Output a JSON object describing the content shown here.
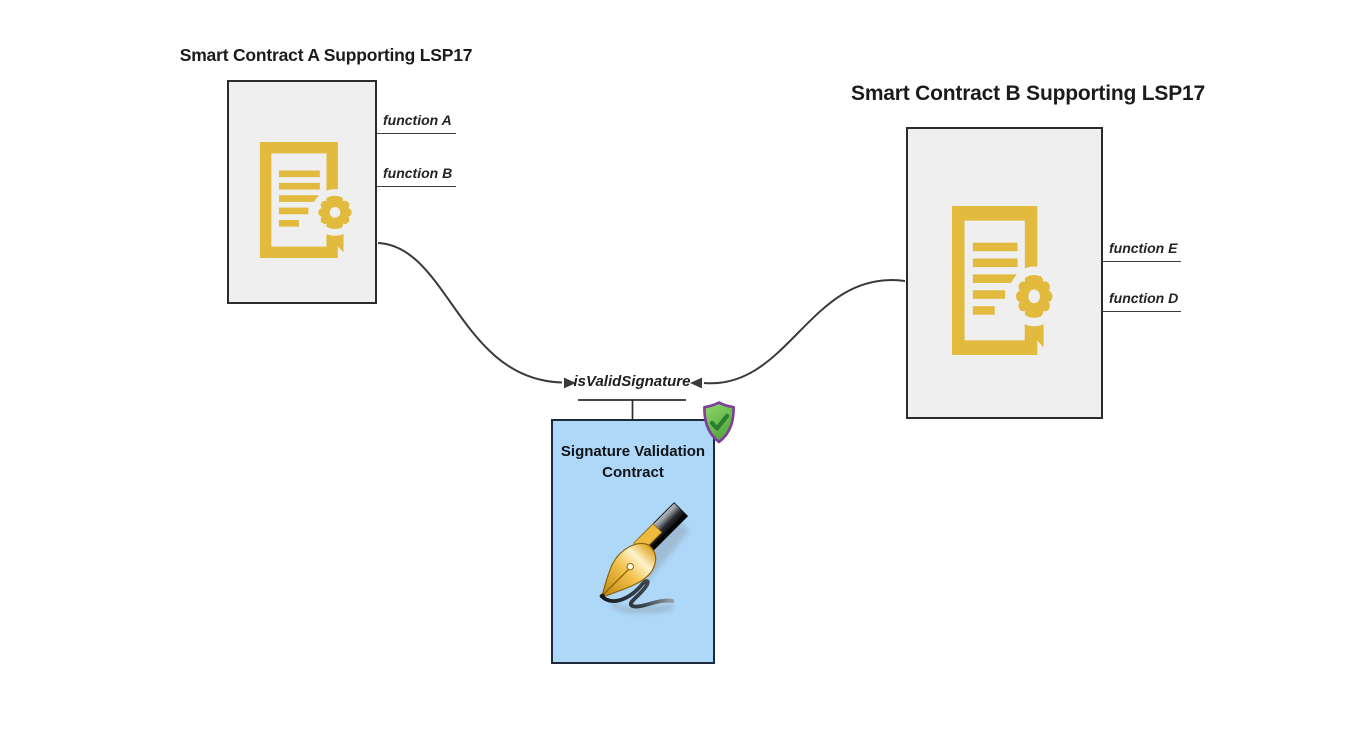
{
  "diagram": {
    "colors": {
      "background": "#ffffff",
      "contract_box_fill": "#efefef",
      "contract_box_border": "#2b2b2b",
      "accent_yellow": "#e2ba3d",
      "validator_box_fill": "#aed7f8",
      "validator_box_border": "#1c2b3a",
      "connector_line": "#3a3a3a",
      "shield_green": "#5cb84e",
      "shield_border_purple": "#7d3f98",
      "check_dark_green": "#2f7d33"
    },
    "contract_a": {
      "title": "Smart Contract A Supporting LSP17",
      "icon": "certificate-icon",
      "functions": [
        {
          "label": "function A"
        },
        {
          "label": "function B"
        }
      ]
    },
    "contract_b": {
      "title": "Smart Contract B Supporting LSP17",
      "icon": "certificate-icon",
      "functions": [
        {
          "label": "function E"
        },
        {
          "label": "function D"
        }
      ]
    },
    "validator": {
      "call_label": "isValidSignature",
      "title_line1": "Signature Validation",
      "title_line2": "Contract",
      "icon": "pen-signature-icon",
      "badge_icon": "shield-check-icon"
    }
  }
}
